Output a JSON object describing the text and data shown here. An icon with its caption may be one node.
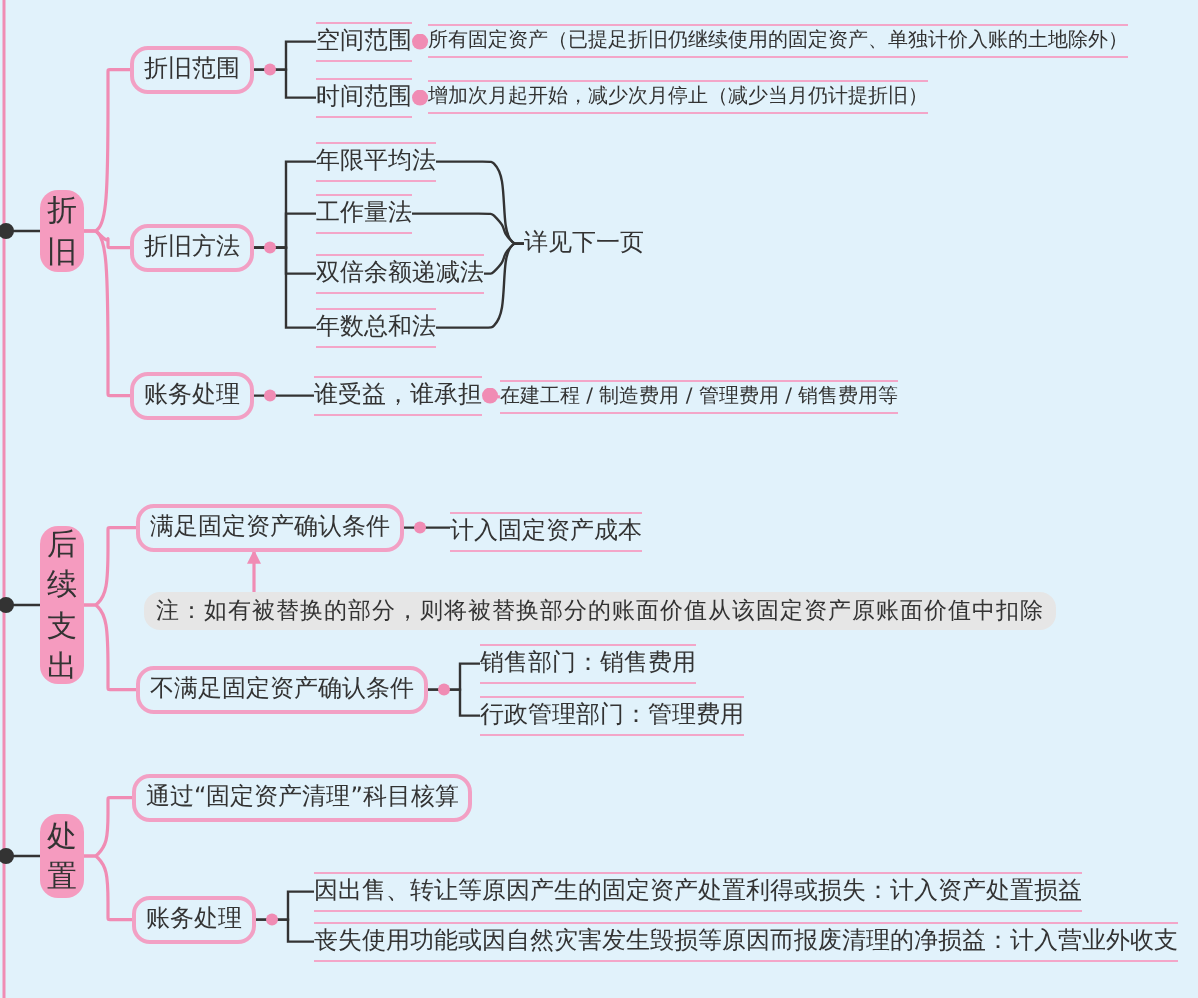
{
  "diagram": {
    "nodes": [
      {
        "text": [
          "折旧"
        ]
      },
      {
        "text": [
          "折旧范围"
        ]
      },
      {
        "text": [
          "空间范围"
        ]
      },
      {
        "text": [
          "所有固定资产（已提足折旧仍继续使用的固定资产、单独计价入账的土地除外）"
        ]
      },
      {
        "text": [
          "时间范围"
        ]
      },
      {
        "text": [
          "增加次月起开始，减少次月停止（减少当月仍计提折旧）"
        ]
      },
      {
        "text": [
          "折旧方法"
        ]
      },
      {
        "text": [
          "年限平均法"
        ]
      },
      {
        "text": [
          "工作量法"
        ]
      },
      {
        "text": [
          "双倍余额递减法"
        ]
      },
      {
        "text": [
          "年数总和法"
        ]
      },
      {
        "text": [
          "详见下一页"
        ]
      },
      {
        "text": [
          "账务处理"
        ]
      },
      {
        "text": [
          "谁受益，谁承担"
        ]
      },
      {
        "text": [
          "在建工程 / 制造费用 / 管理费用 / 销售费用等"
        ]
      },
      {
        "text": [
          "后续支出"
        ]
      },
      {
        "text": [
          "满足固定资产确认条件"
        ]
      },
      {
        "text": [
          "计入固定资产成本"
        ]
      },
      {
        "text": [
          "注：如有被替换的部分，则将被替换部分的账面价值从该固定资产原账面价值中扣除"
        ]
      },
      {
        "text": [
          "不满足固定资产确认条件"
        ]
      },
      {
        "text": [
          "销售部门：销售费用"
        ]
      },
      {
        "text": [
          "行政管理部门：管理费用"
        ]
      },
      {
        "text": [
          "处置"
        ]
      },
      {
        "text": [
          "通过“固定资产清理”科目核算"
        ]
      },
      {
        "text": [
          "账务处理"
        ]
      },
      {
        "text": [
          "因出售、转让等原因产生的固定资产处置利得或损失：计入资产处置损益"
        ]
      },
      {
        "text": [
          "丧失使用功能或因自然灾害发生毁损等原因而报废清理的净损益：计入营业外收支"
        ]
      }
    ],
    "edges": [
      {
        "from": null,
        "to": 0,
        "arrow": "other"
      },
      {
        "from": null,
        "to": 15,
        "arrow": "other"
      },
      {
        "from": null,
        "to": 22,
        "arrow": "other"
      },
      {
        "from": 0,
        "to": 1,
        "arrow": "none",
        "color": "#f08cb4"
      },
      {
        "from": 0,
        "to": 6,
        "arrow": "none",
        "color": "#f08cb4"
      },
      {
        "from": 0,
        "to": 12,
        "arrow": "none",
        "color": "#f08cb4"
      },
      {
        "from": 1,
        "to": 2,
        "arrow": "none"
      },
      {
        "from": 1,
        "to": 4,
        "arrow": "none"
      },
      {
        "from": 2,
        "to": 3,
        "arrow": "other",
        "color": "#f08cb4"
      },
      {
        "from": 4,
        "to": 5,
        "arrow": "other",
        "color": "#f08cb4"
      },
      {
        "from": 6,
        "to": 7,
        "arrow": "none"
      },
      {
        "from": 6,
        "to": 8,
        "arrow": "none"
      },
      {
        "from": 6,
        "to": 9,
        "arrow": "none"
      },
      {
        "from": 6,
        "to": 10,
        "arrow": "none"
      },
      {
        "from": 7,
        "to": 11,
        "arrow": "none"
      },
      {
        "from": 8,
        "to": 11,
        "arrow": "none"
      },
      {
        "from": 9,
        "to": 11,
        "arrow": "none"
      },
      {
        "from": 10,
        "to": 11,
        "arrow": "none"
      },
      {
        "from": 12,
        "to": 13,
        "arrow": "none"
      },
      {
        "from": 13,
        "to": 14,
        "arrow": "other",
        "color": "#f08cb4"
      },
      {
        "from": 15,
        "to": 16,
        "arrow": "none",
        "color": "#f08cb4"
      },
      {
        "from": 15,
        "to": 19,
        "arrow": "none",
        "color": "#f08cb4"
      },
      {
        "from": 16,
        "to": 17,
        "arrow": "none"
      },
      {
        "from": 18,
        "to": 16,
        "arrow": "to",
        "color": "#f08cb4"
      },
      {
        "from": 19,
        "to": 20,
        "arrow": "none"
      },
      {
        "from": 19,
        "to": 21,
        "arrow": "none"
      },
      {
        "from": 22,
        "to": 23,
        "arrow": "none",
        "color": "#f08cb4"
      },
      {
        "from": 22,
        "to": 24,
        "arrow": "none",
        "color": "#f08cb4"
      },
      {
        "from": 24,
        "to": 25,
        "arrow": "none"
      },
      {
        "from": 24,
        "to": 26,
        "arrow": "none"
      }
    ]
  }
}
